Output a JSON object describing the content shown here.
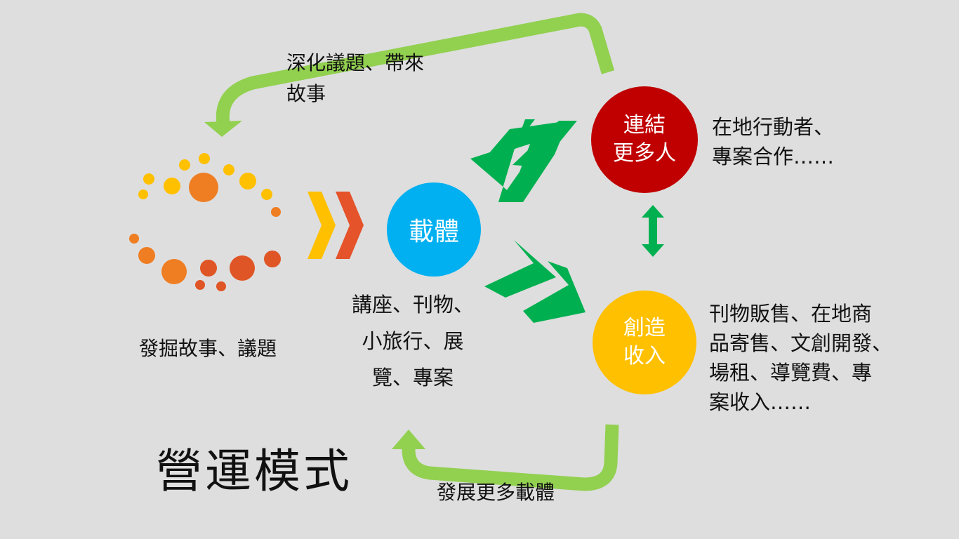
{
  "title": "營運模式",
  "nodes": {
    "carrier": {
      "label": "載體",
      "color": "#00b0f0"
    },
    "connect": {
      "label_line1": "連結",
      "label_line2": "更多人",
      "color": "#c00000"
    },
    "revenue": {
      "label_line1": "創造",
      "label_line2": "收入",
      "color": "#ffc000"
    }
  },
  "texts": {
    "story_caption": "發掘故事、議題",
    "carrier_line1": "講座、刊物、",
    "carrier_line2": "小旅行、展",
    "carrier_line3": "覽、專案",
    "connect_line1": "在地行動者、",
    "connect_line2": "專案合作……",
    "revenue_line1": "刊物販售、在地商",
    "revenue_line2": "品寄售、文創開發、",
    "revenue_line3": "場租、導覽費、專",
    "revenue_line4": "案收入……",
    "top_loop_line1": "深化議題、帶來",
    "top_loop_line2": "故事",
    "bottom_loop": "發展更多載體"
  },
  "colors": {
    "loop_arrow": "#92d050",
    "chevron_green": "#00b050",
    "chevron_yellow": "#ffc000",
    "chevron_orange": "#e5532a",
    "dot_yellow": "#ffc000",
    "dot_orange": "#ef7d22",
    "dot_red": "#e05525"
  },
  "icons": {
    "story_cluster": "dot-cluster-icon",
    "chevrons": "double-chevron-icon",
    "double_arrow": "up-down-arrow-icon"
  }
}
